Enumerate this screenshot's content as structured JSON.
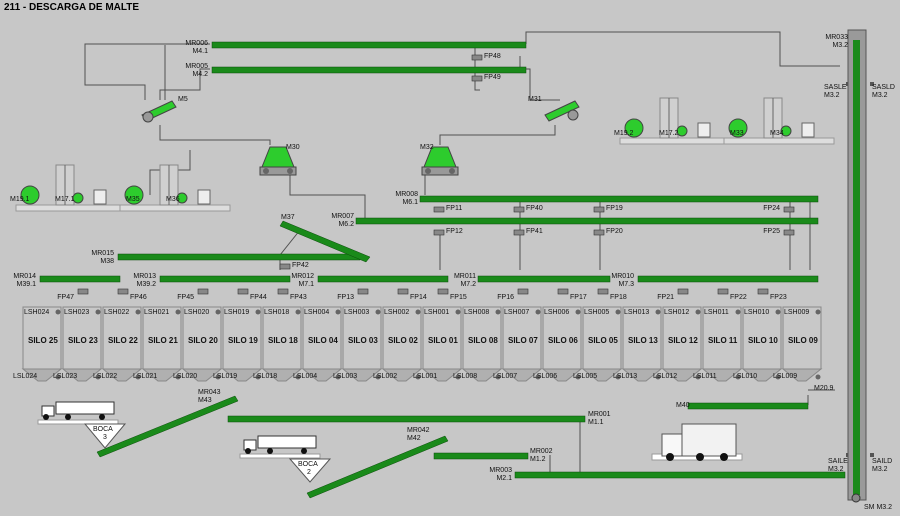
{
  "title": "211 - DESCARGA DE MALTE",
  "colors": {
    "background": "#c7c7c7",
    "conveyor": "#1a8a1a",
    "motor": "#33cc33",
    "silo": "#c8c8c8",
    "line": "#505050"
  },
  "conveyors": {
    "mr006": [
      "MR006",
      "M4.1"
    ],
    "mr005": [
      "MR005",
      "M4.2"
    ],
    "mr008": [
      "MR008",
      "M6.1"
    ],
    "mr007": [
      "MR007",
      "M6.2"
    ],
    "mr015": [
      "MR015",
      "M38"
    ],
    "mr014": [
      "MR014",
      "M39.1"
    ],
    "mr013": [
      "MR013",
      "M39.2"
    ],
    "mr012": [
      "MR012",
      "M7.1"
    ],
    "mr011": [
      "MR011",
      "M7.2"
    ],
    "mr010": [
      "MR010",
      "M7.3"
    ],
    "mr001": [
      "MR001",
      "M1.1"
    ],
    "mr002": [
      "MR002",
      "M1.2"
    ],
    "mr003": [
      "MR003",
      "M2.1"
    ],
    "mr043": [
      "MR043",
      "M43"
    ],
    "mr042": [
      "MR042",
      "M42"
    ],
    "mr033": [
      "MR033",
      "M3.2"
    ],
    "m37": "M37",
    "m40": "M40",
    "m20_9": "M20.9",
    "sm": "SM M3.2"
  },
  "sensors": {
    "sasle_top": [
      "SASLE",
      "M3.2"
    ],
    "sasld_top": [
      "SASLD",
      "M3.2"
    ],
    "saile": [
      "SAILE",
      "M3.2"
    ],
    "saild": [
      "SAILD",
      "M3.2"
    ]
  },
  "motors": {
    "m5": "M5",
    "m31": "M31",
    "m30": "M30",
    "m32": "M32",
    "m19_1": "M19.1",
    "m17_1": "M17.1",
    "m35": "M35",
    "m36": "M36",
    "m19_2": "M19.2",
    "m17_2": "M17.2",
    "m33": "M33",
    "m34": "M34"
  },
  "flaps": {
    "fp48": "FP48",
    "fp49": "FP49",
    "fp11": "FP11",
    "fp40": "FP40",
    "fp19": "FP19",
    "fp24": "FP24",
    "fp12": "FP12",
    "fp41": "FP41",
    "fp20": "FP20",
    "fp25": "FP25",
    "fp42": "FP42",
    "fp47": "FP47",
    "fp46": "FP46",
    "fp45": "FP45",
    "fp44": "FP44",
    "fp43": "FP43",
    "fp13": "FP13",
    "fp14": "FP14",
    "fp15": "FP15",
    "fp16": "FP16",
    "fp17": "FP17",
    "fp18": "FP18",
    "fp21": "FP21",
    "fp22": "FP22",
    "fp23": "FP23"
  },
  "silos": [
    {
      "top": "LSH024",
      "name": "SILO 25",
      "bottom": "LSL024"
    },
    {
      "top": "LSH023",
      "name": "SILO 23",
      "bottom": "LSL023"
    },
    {
      "top": "LSH022",
      "name": "SILO 22",
      "bottom": "LSL022"
    },
    {
      "top": "LSH021",
      "name": "SILO 21",
      "bottom": "LSL021"
    },
    {
      "top": "LSH020",
      "name": "SILO 20",
      "bottom": "LSL020"
    },
    {
      "top": "LSH019",
      "name": "SILO 19",
      "bottom": "LSL019"
    },
    {
      "top": "LSH018",
      "name": "SILO 18",
      "bottom": "LSL018"
    },
    {
      "top": "LSH004",
      "name": "SILO 04",
      "bottom": "LSL004"
    },
    {
      "top": "LSH003",
      "name": "SILO 03",
      "bottom": "LSL003"
    },
    {
      "top": "LSH002",
      "name": "SILO 02",
      "bottom": "LSL002"
    },
    {
      "top": "LSH001",
      "name": "SILO 01",
      "bottom": "LSL001"
    },
    {
      "top": "LSH008",
      "name": "SILO 08",
      "bottom": "LSL008"
    },
    {
      "top": "LSH007",
      "name": "SILO 07",
      "bottom": "LSL007"
    },
    {
      "top": "LSH006",
      "name": "SILO 06",
      "bottom": "LSL006"
    },
    {
      "top": "LSH005",
      "name": "SILO 05",
      "bottom": "LSL005"
    },
    {
      "top": "LSH013",
      "name": "SILO 13",
      "bottom": "LSL013"
    },
    {
      "top": "LSH012",
      "name": "SILO 12",
      "bottom": "LSL012"
    },
    {
      "top": "LSH011",
      "name": "SILO 11",
      "bottom": "LSL011"
    },
    {
      "top": "LSH010",
      "name": "SILO 10",
      "bottom": "LSL010"
    },
    {
      "top": "LSH009",
      "name": "SILO 09",
      "bottom": "LSL009"
    }
  ],
  "bocas": {
    "b3": [
      "BOCA",
      "3"
    ],
    "b2": [
      "BOCA",
      "2"
    ]
  }
}
